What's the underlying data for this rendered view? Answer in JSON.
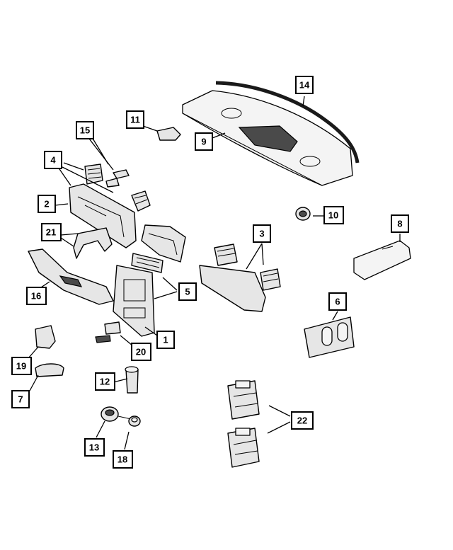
{
  "diagram": {
    "kind": "exploded parts diagram",
    "colors": {
      "line": "#000000",
      "background": "#ffffff",
      "part_fill": "#e6e6e6",
      "dark_fill": "#4a4a4a"
    },
    "callouts": [
      {
        "id": "1",
        "label": "1"
      },
      {
        "id": "2",
        "label": "2"
      },
      {
        "id": "3",
        "label": "3"
      },
      {
        "id": "4",
        "label": "4"
      },
      {
        "id": "5",
        "label": "5"
      },
      {
        "id": "6",
        "label": "6"
      },
      {
        "id": "7",
        "label": "7"
      },
      {
        "id": "8",
        "label": "8"
      },
      {
        "id": "9",
        "label": "9"
      },
      {
        "id": "10",
        "label": "10"
      },
      {
        "id": "11",
        "label": "11"
      },
      {
        "id": "12",
        "label": "12"
      },
      {
        "id": "13",
        "label": "13"
      },
      {
        "id": "14",
        "label": "14"
      },
      {
        "id": "15",
        "label": "15"
      },
      {
        "id": "16",
        "label": "16"
      },
      {
        "id": "18",
        "label": "18"
      },
      {
        "id": "19",
        "label": "19"
      },
      {
        "id": "20",
        "label": "20"
      },
      {
        "id": "21",
        "label": "21"
      },
      {
        "id": "22",
        "label": "22"
      }
    ]
  }
}
